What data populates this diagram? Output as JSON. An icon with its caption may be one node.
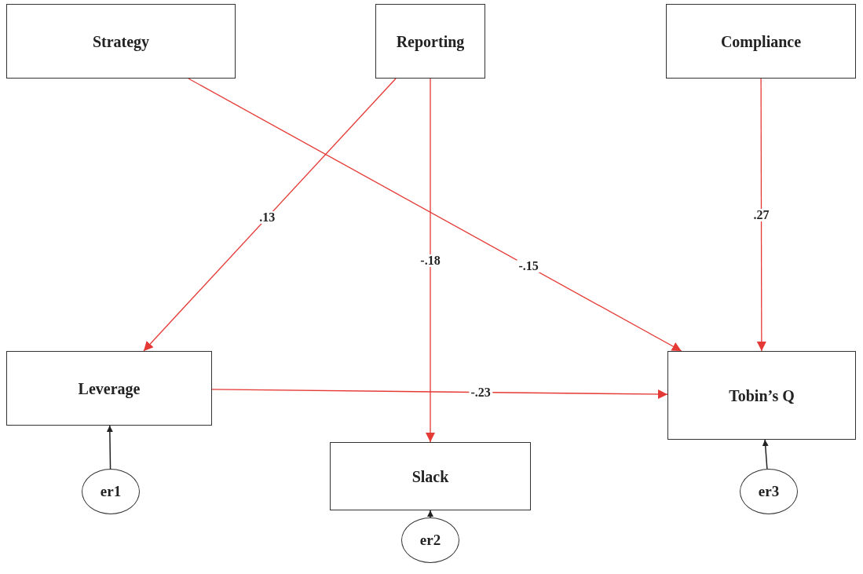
{
  "diagram": {
    "nodes": [
      {
        "text": [
          "Strategy"
        ]
      },
      {
        "text": [
          "Reporting"
        ]
      },
      {
        "text": [
          "Compliance"
        ]
      },
      {
        "text": [
          "Leverage"
        ]
      },
      {
        "text": [
          "Tobin’s Q"
        ]
      },
      {
        "text": [
          "Slack"
        ]
      },
      {
        "text": [
          "er1"
        ]
      },
      {
        "text": [
          "er2"
        ]
      },
      {
        "text": [
          "er3"
        ]
      }
    ],
    "edges": [
      {
        "from": 1,
        "to": 3,
        "arrow": "to",
        "label": ".13"
      },
      {
        "from": 0,
        "to": 4,
        "arrow": "to",
        "label": "-.15"
      },
      {
        "from": 1,
        "to": 5,
        "arrow": "to",
        "label": "-.18"
      },
      {
        "from": 2,
        "to": 4,
        "arrow": "to",
        "label": ".27"
      },
      {
        "from": 3,
        "to": 4,
        "arrow": "to",
        "label": "-.23"
      },
      {
        "from": 6,
        "to": 3,
        "arrow": "to",
        "color": "#222222"
      },
      {
        "from": 7,
        "to": 5,
        "arrow": "to",
        "color": "#222222"
      },
      {
        "from": 8,
        "to": 4,
        "arrow": "to",
        "color": "#222222"
      }
    ]
  }
}
